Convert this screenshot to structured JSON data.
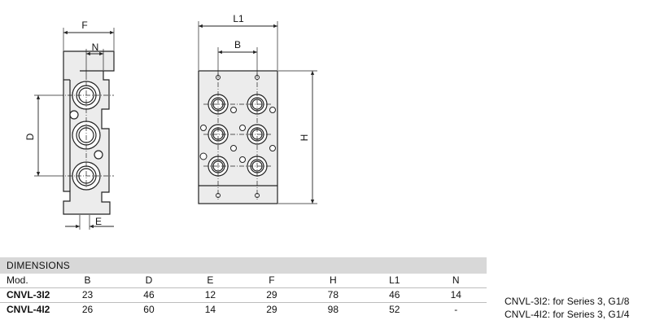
{
  "drawing": {
    "side_view_labels": {
      "width": "F",
      "port_offset": "N",
      "port_pitch": "D",
      "edge": "E"
    },
    "top_view_labels": {
      "length": "L1",
      "hole_spacing": "B",
      "height": "H"
    },
    "line_color": "#222222",
    "fill_color": "#ececec"
  },
  "table": {
    "title": "DIMENSIONS",
    "columns": [
      "Mod.",
      "B",
      "D",
      "E",
      "F",
      "H",
      "L1",
      "N"
    ],
    "rows": [
      [
        "CNVL-3I2",
        "23",
        "46",
        "12",
        "29",
        "78",
        "46",
        "14"
      ],
      [
        "CNVL-4I2",
        "26",
        "60",
        "14",
        "29",
        "98",
        "52",
        "-"
      ]
    ],
    "title_bg": "#d8d8d8"
  },
  "notes": [
    "CNVL-3I2: for Series 3, G1/8",
    "CNVL-4I2: for Series 3, G1/4"
  ]
}
